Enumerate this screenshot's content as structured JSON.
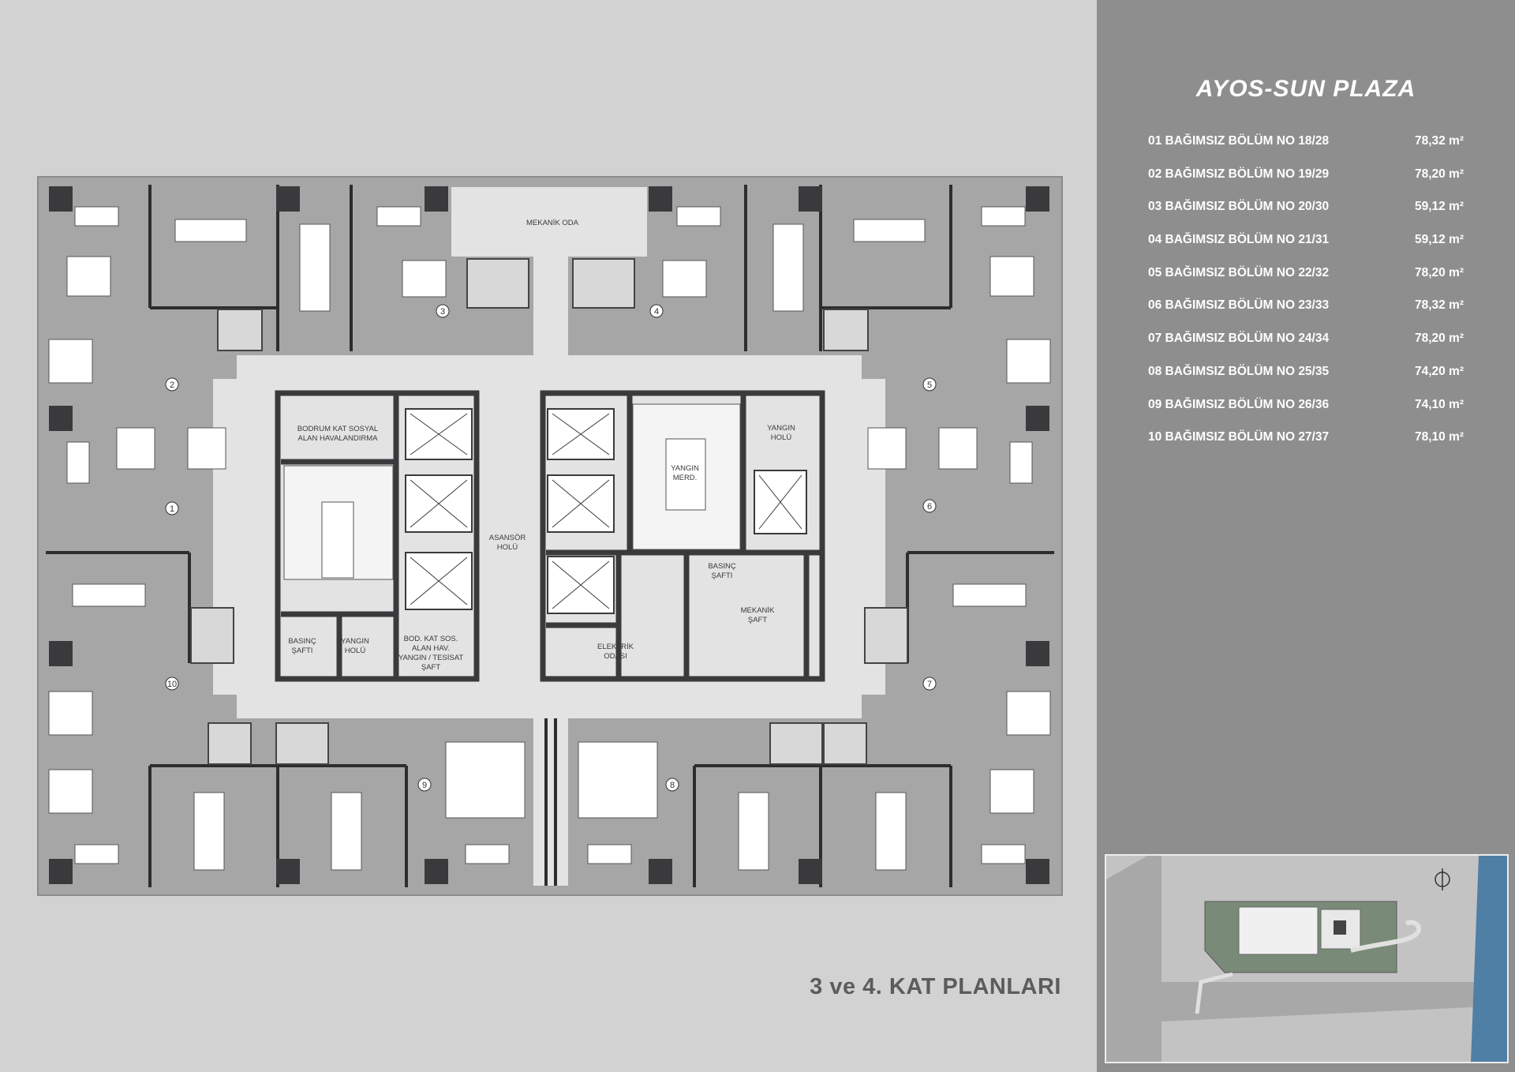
{
  "brand": "AYOS-SUN PLAZA",
  "plan_title": "3 ve 4. KAT PLANLARI",
  "units": [
    {
      "label": "01 BAĞIMSIZ BÖLÜM NO 18/28",
      "area": "78,32 m²"
    },
    {
      "label": "02 BAĞIMSIZ BÖLÜM NO 19/29",
      "area": "78,20 m²"
    },
    {
      "label": "03 BAĞIMSIZ BÖLÜM NO 20/30",
      "area": "59,12 m²"
    },
    {
      "label": "04 BAĞIMSIZ BÖLÜM NO 21/31",
      "area": "59,12 m²"
    },
    {
      "label": "05 BAĞIMSIZ BÖLÜM NO 22/32",
      "area": "78,20 m²"
    },
    {
      "label": "06 BAĞIMSIZ BÖLÜM NO 23/33",
      "area": "78,32 m²"
    },
    {
      "label": "07 BAĞIMSIZ BÖLÜM NO 24/34",
      "area": "78,20 m²"
    },
    {
      "label": "08 BAĞIMSIZ BÖLÜM NO 25/35",
      "area": "74,20 m²"
    },
    {
      "label": "09 BAĞIMSIZ BÖLÜM NO 26/36",
      "area": "74,10 m²"
    },
    {
      "label": "10 BAĞIMSIZ BÖLÜM NO 27/37",
      "area": "78,10 m²"
    }
  ],
  "rooms": {
    "mekanik_oda": "MEKANİK ODA",
    "bodrum_1": "BODRUM KAT SOSYAL",
    "bodrum_2": "ALAN HAVALANDIRMA",
    "asansor_1": "ASANSÖR",
    "asansor_2": "HOLÜ",
    "yangin_merd_1": "YANGIN",
    "yangin_merd_2": "MERD.",
    "yangin_holu_r1": "YANGIN",
    "yangin_holu_r2": "HOLÜ",
    "basinc_r1": "BASINÇ",
    "basinc_r2": "ŞAFTI",
    "mekanik_saft_1": "MEKANİK",
    "mekanik_saft_2": "ŞAFT",
    "elektrik_1": "ELEKTRİK",
    "elektrik_2": "ODASI",
    "basinc_l1": "BASINÇ",
    "basinc_l2": "ŞAFTI",
    "yangin_holu_l1": "YANGIN",
    "yangin_holu_l2": "HOLÜ",
    "bod_1": "BOD. KAT SOS.",
    "bod_2": "ALAN HAV.",
    "bod_3": "YANGIN / TESİSAT",
    "bod_4": "ŞAFT"
  },
  "unit_markers": [
    "1",
    "2",
    "3",
    "4",
    "5",
    "6",
    "7",
    "8",
    "9",
    "10"
  ]
}
